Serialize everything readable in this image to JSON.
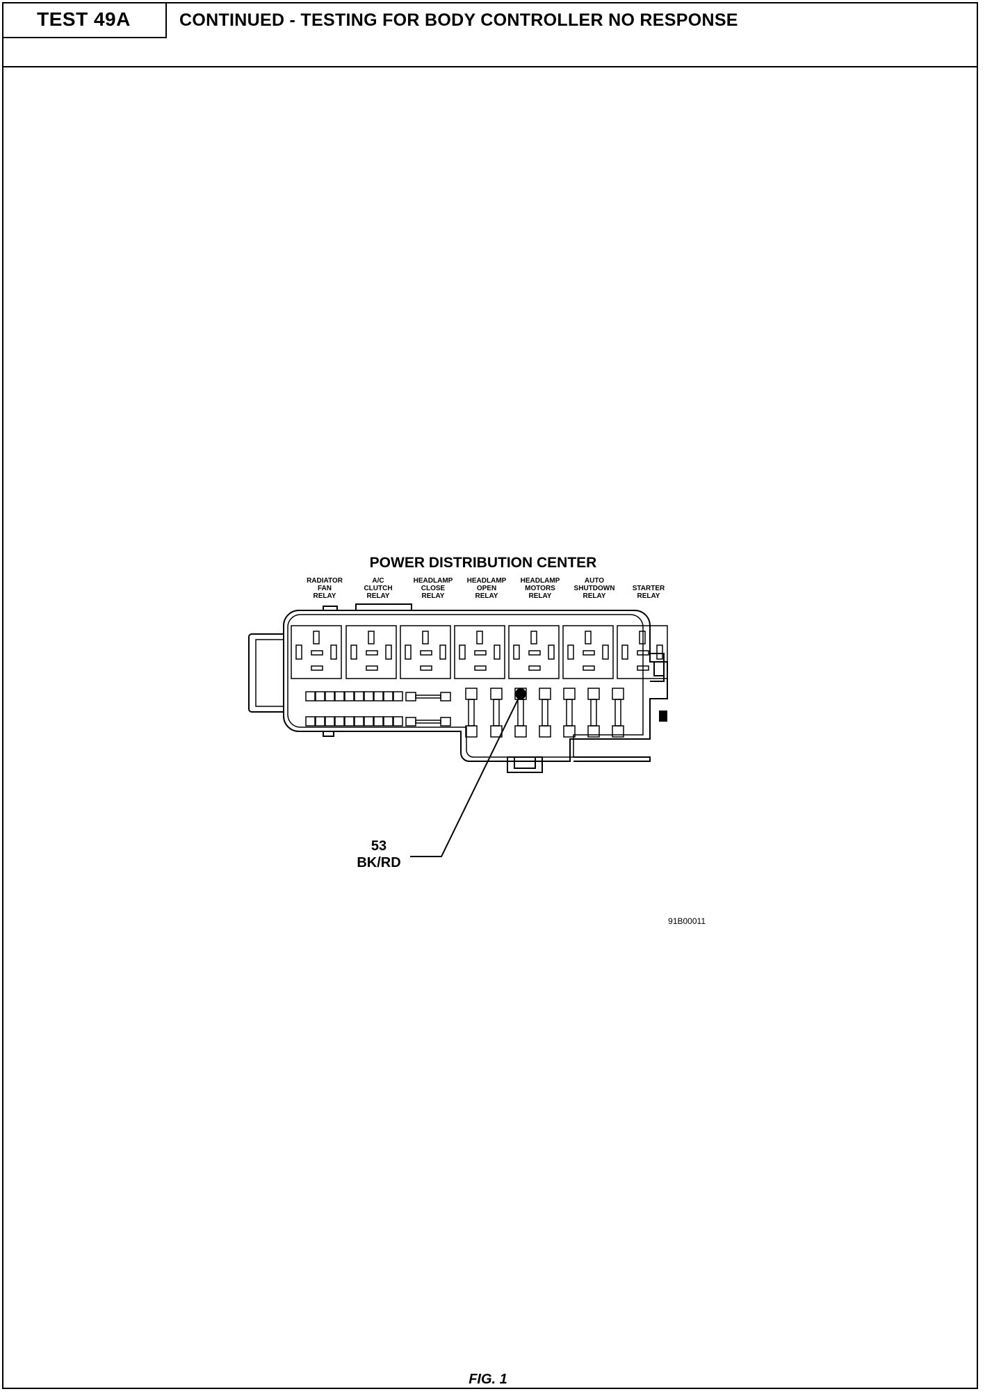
{
  "header": {
    "test_label": "TEST 49A",
    "title": "CONTINUED - TESTING FOR BODY CONTROLLER NO RESPONSE"
  },
  "diagram": {
    "title": "POWER DISTRIBUTION CENTER",
    "relays": [
      {
        "lines": [
          "RADIATOR",
          "FAN",
          "RELAY"
        ]
      },
      {
        "lines": [
          "A/C",
          "CLUTCH",
          "RELAY"
        ]
      },
      {
        "lines": [
          "HEADLAMP",
          "CLOSE",
          "RELAY"
        ]
      },
      {
        "lines": [
          "HEADLAMP",
          "OPEN",
          "RELAY"
        ]
      },
      {
        "lines": [
          "HEADLAMP",
          "MOTORS",
          "RELAY"
        ]
      },
      {
        "lines": [
          "AUTO",
          "SHUTDOWN",
          "RELAY"
        ]
      },
      {
        "lines": [
          "STARTER",
          "RELAY"
        ]
      }
    ],
    "callout": {
      "circuit": "53",
      "color_code": "BK/RD"
    },
    "figure_id": "91B00011"
  },
  "caption": "FIG. 1"
}
